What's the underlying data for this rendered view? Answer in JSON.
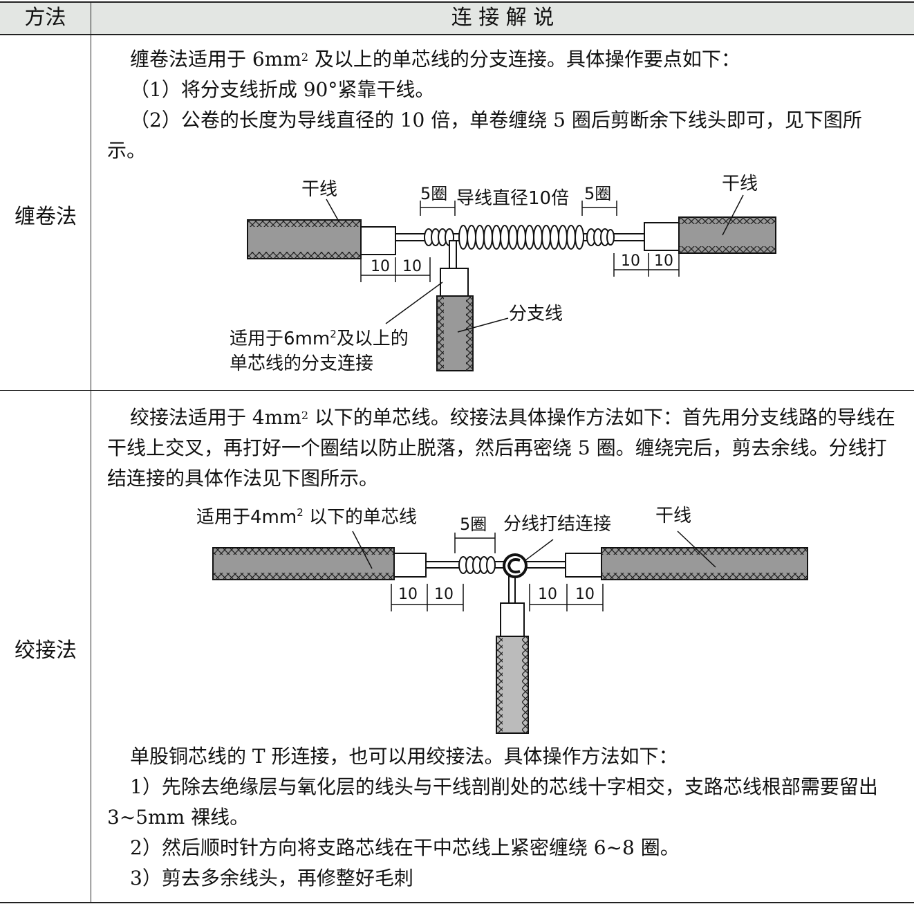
{
  "header": {
    "col1": "方法",
    "col2": "连 接 解 说"
  },
  "row1": {
    "method": "缠卷法",
    "para1_pre": "缠卷法适用于 6mm",
    "para1_sup": "2",
    "para1_post": " 及以上的单芯线的分支连接。具体操作要点如下：",
    "step1": "（1）将分支线折成 90°紧靠干线。",
    "step2": "（2）公卷的长度为导线直径的 10 倍，单卷缠绕 5 圈后剪断余下线头即可，见下图所示。",
    "diagram": {
      "label_trunk_left": "干线",
      "label_trunk_right": "干线",
      "label_5turns_left": "5圈",
      "label_5turns_right": "5圈",
      "label_length": "导线直径10倍",
      "label_branch": "分支线",
      "dim": "10",
      "note_line1_pre": "适用于6mm",
      "note_line1_sup": "2",
      "note_line1_post": "及以上的",
      "note_line2": "单芯线的分支连接"
    }
  },
  "row2": {
    "method": "绞接法",
    "para1_pre": "绞接法适用于 4mm",
    "para1_sup": "2",
    "para1_post": " 以下的单芯线。绞接法具体操作方法如下：首先用分支线路的导线在干线上交叉，再打好一个圈结以防止脱落，然后再密绕 5 圈。缠绕完后，剪去余线。分线打结连接的具体作法见下图所示。",
    "diagram": {
      "label_applies_pre": "适用于4mm",
      "label_applies_sup": "2",
      "label_applies_post": " 以下的单芯线",
      "label_5turns": "5圈",
      "label_knot": "分线打结连接",
      "label_trunk": "干线",
      "dim": "10"
    },
    "para2": "单股铜芯线的 T 形连接，也可以用绞接法。具体操作方法如下：",
    "step1": "1）先除去绝缘层与氧化层的线头与干线剖削处的芯线十字相交，支路芯线根部需要留出 3~5mm 裸线。",
    "step2": "2）然后顺时针方向将支路芯线在干中芯线上紧密缠绕 6~8 圈。",
    "step3": "3）剪去多余线头，再修整好毛刺"
  }
}
